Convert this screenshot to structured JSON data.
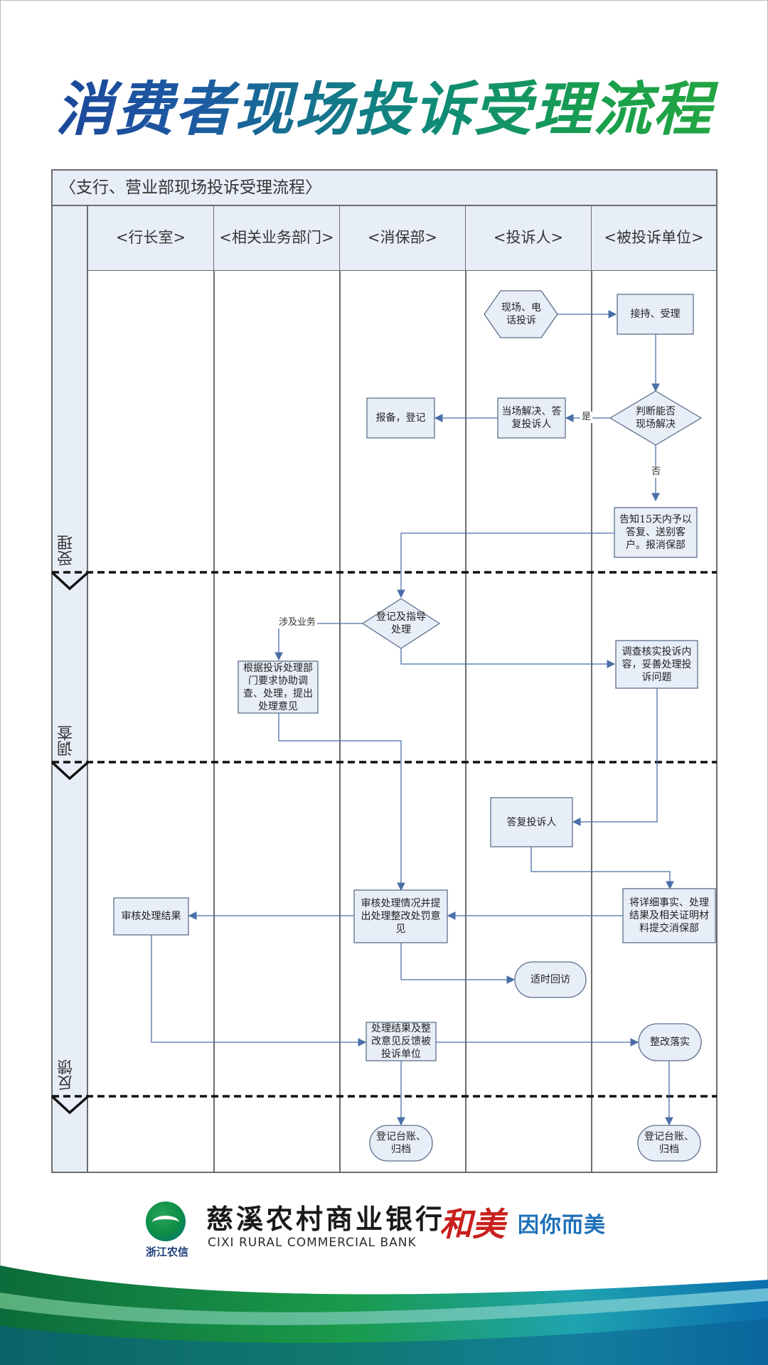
{
  "title": "消费者现场投诉受理流程",
  "subtitle": "〈支行、营业部现场投诉受理流程〉",
  "lanes": [
    "<行长室>",
    "<相关业务部门>",
    "<消保部>",
    "<投诉人>",
    "<被投诉单位>"
  ],
  "phases": [
    "受理",
    "调查",
    "反馈"
  ],
  "nodes": {
    "complaint_start": "现场、电话投诉",
    "receive": "接持、受理",
    "judge": "判断能否现场解决",
    "resolve_on_site": "当场解决、答复投诉人",
    "report_register": "报备，登记",
    "notify_15_days": "告知15天内予以答复、送别客户。报消保部",
    "register_guide": "登记及指导处理",
    "assist_dept": "根据投诉处理部门要求协助调查、处理，提出处理意见",
    "investigate": "调查核实投诉内容，妥善处理投诉问题",
    "reply_complainant": "答复投诉人",
    "submit_details": "将详细事实、处理结果及相关证明材料提交消保部",
    "audit_rectify": "审核处理情况并提出处理整改处罚意见",
    "president_review": "审核处理结果",
    "follow_up": "适时回访",
    "feedback": "处理结果及整改意见反馈被投诉单位",
    "rectify": "整改落实",
    "archive_consumer": "登记台账、归档",
    "archive_unit": "登记台账、归档"
  },
  "edge_labels": {
    "yes": "是",
    "no": "否",
    "business": "涉及业务"
  },
  "footer": {
    "logo_caption": "浙江农信",
    "bank_name_cn": "慈溪农村商业银行",
    "bank_name_en": "CIXI RURAL COMMERCIAL BANK",
    "slogan_art": "和美",
    "slogan": "因你而美"
  },
  "colors": {
    "box_fill": "#e8eef8",
    "box_stroke": "#5e6f8a",
    "arrow": "#4a6fa8",
    "title_start": "#1b3f94",
    "title_end": "#27a83e"
  }
}
